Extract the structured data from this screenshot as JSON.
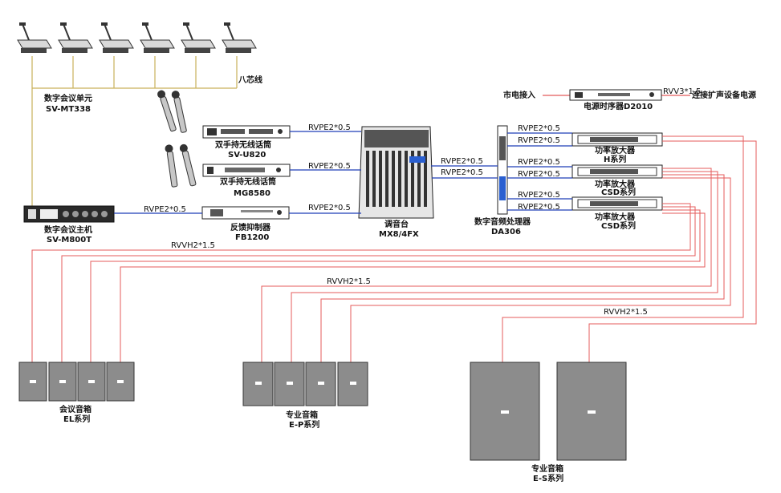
{
  "labels": {
    "conf_unit_1": "数字会议单元",
    "conf_unit_2": "SV-MT338",
    "eight_core": "八芯线",
    "conf_host_1": "数字会议主机",
    "conf_host_2": "SV-M800T",
    "wmic1_1": "双手持无线话筒",
    "wmic1_2": "SV-U820",
    "wmic2_1": "双手持无线话筒",
    "wmic2_2": "MG8580",
    "fb_1": "反馈抑制器",
    "fb_2": "FB1200",
    "mixer_1": "调音台",
    "mixer_2": "MX8/4FX",
    "dsp_1": "数字音频处理器",
    "dsp_2": "DA306",
    "mains_in": "市电接入",
    "sequencer": "电源时序器D2010",
    "ext_power": "连接扩声设备电源",
    "amp1_1": "功率放大器",
    "amp1_2": "H系列",
    "amp2_1": "功率放大器",
    "amp2_2": "CSD系列",
    "amp3_1": "功率放大器",
    "amp3_2": "CSD系列",
    "el_1": "会议音箱",
    "el_2": "EL系列",
    "ep_1": "专业音箱",
    "ep_2": "E-P系列",
    "es_1": "专业音箱",
    "es_2": "E-S系列"
  },
  "cables": {
    "rvpe": "RVPE2*0.5",
    "rvvh": "RVVH2*1.5",
    "rvv3": "RVV3*1.5"
  },
  "colors": {
    "signal": "#1f3fb8",
    "speaker_cable": "#e45b5b",
    "conference_bus": "#c9b15a"
  }
}
